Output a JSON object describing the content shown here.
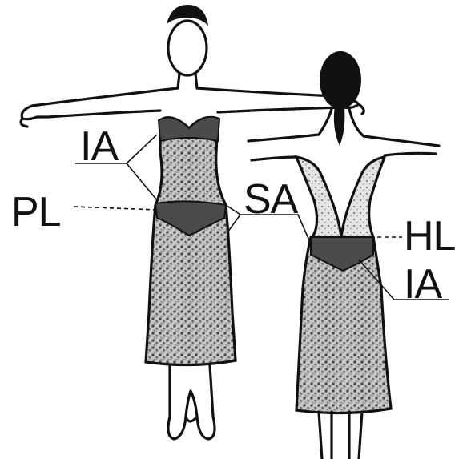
{
  "labels": {
    "front_ia": "IA",
    "front_pl": "PL",
    "center_sa": "SA",
    "back_hl": "HL",
    "back_ia": "IA"
  }
}
